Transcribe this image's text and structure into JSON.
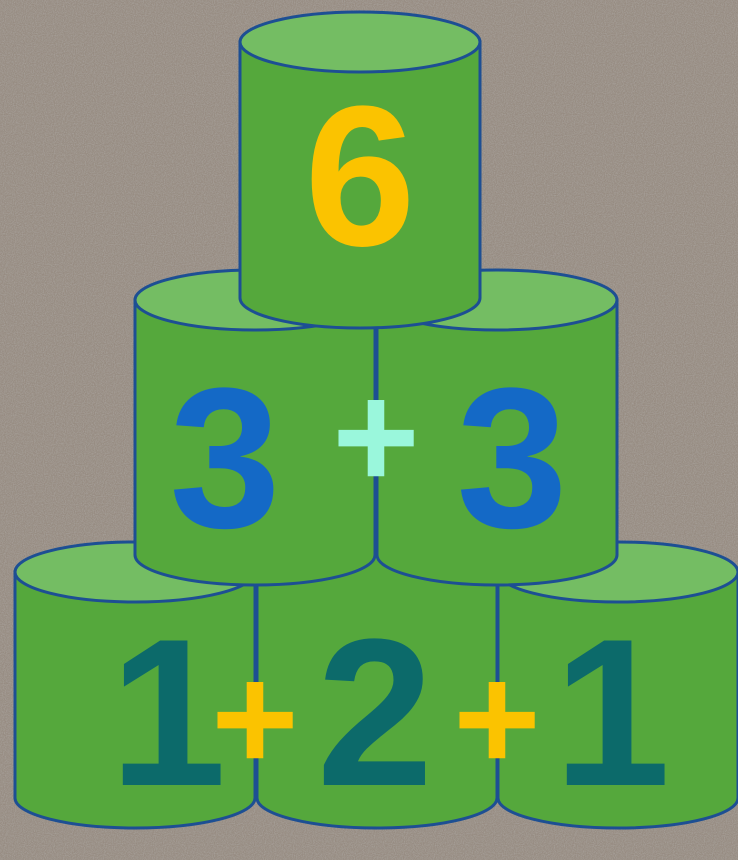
{
  "colors": {
    "background": "#978c82",
    "can_body": "#55a83c",
    "can_lid": "#74bd63",
    "can_outline": "#1d4f93",
    "bottom_digit": "#0c6a6a",
    "bottom_plus": "#fbc300",
    "middle_digit": "#1469c6",
    "middle_plus": "#9af7dc",
    "top_digit": "#fbc300"
  },
  "pyramid": {
    "top_row": {
      "cans": [
        "6"
      ]
    },
    "middle_row": {
      "cans": [
        "3",
        "3"
      ],
      "operator": "+"
    },
    "bottom_row": {
      "cans": [
        "1",
        "2",
        "1"
      ],
      "operator": "+"
    }
  }
}
